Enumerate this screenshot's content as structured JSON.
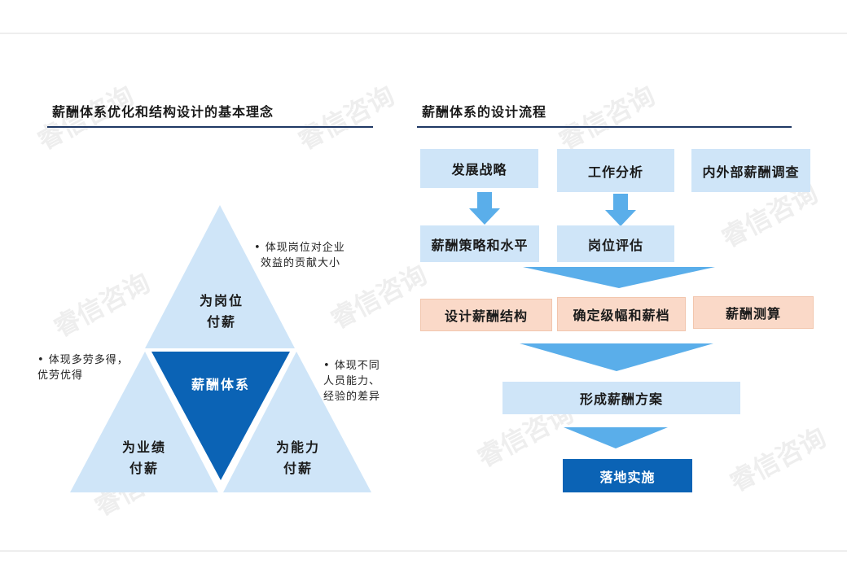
{
  "left_title": "薪酬体系优化和结构设计的基本理念",
  "right_title": "薪酬体系的设计流程",
  "triangle": {
    "center": "薪酬体系",
    "top": [
      "为岗位",
      "付薪"
    ],
    "left": [
      "为业绩",
      "付薪"
    ],
    "right": [
      "为能力",
      "付薪"
    ]
  },
  "notes": {
    "top": [
      "• 体现岗位对企业",
      "效益的贡献大小"
    ],
    "left": [
      "• 体现多劳多得，",
      "优劳优得"
    ],
    "right": [
      "• 体现不同",
      "人员能力、",
      "经验的差异"
    ]
  },
  "flow": {
    "row1": [
      "发展战略",
      "工作分析",
      "内外部薪酬调查"
    ],
    "row2": [
      "薪酬策略和水平",
      "岗位评估"
    ],
    "row3": [
      "设计薪酬结构",
      "确定级幅和薪档",
      "薪酬测算"
    ],
    "row4": "形成薪酬方案",
    "row5": "落地实施"
  },
  "watermark": "睿信咨询",
  "colors": {
    "light_blue": "#cfe5f8",
    "arrow_blue": "#5aaeea",
    "dark_blue": "#0b63b5",
    "pink": "#fad9c8",
    "navy": "#1f3864"
  }
}
